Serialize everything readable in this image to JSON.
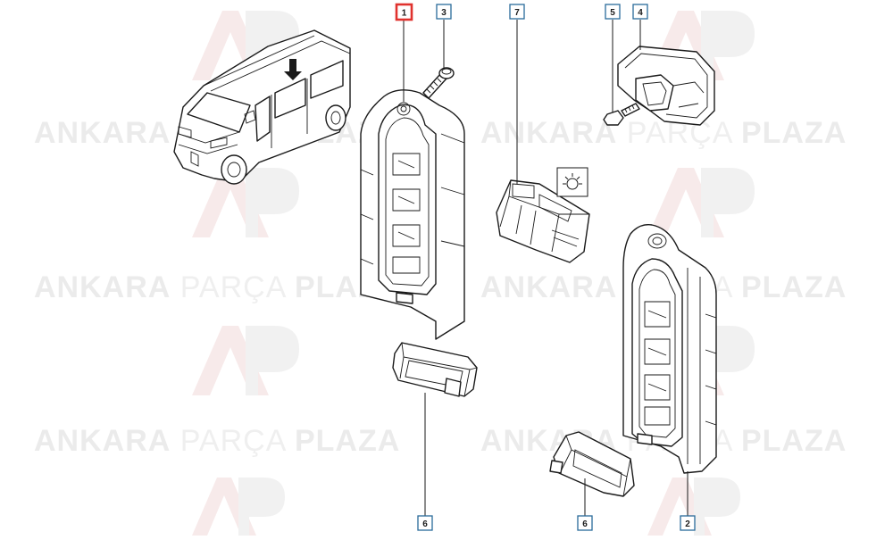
{
  "watermark": {
    "brand_bold_1": "ANKARA",
    "brand_light": "PARÇA",
    "brand_bold_2": "PLAZA",
    "logo_letters": "AP"
  },
  "callouts": [
    {
      "id": "c1",
      "label": "1",
      "highlight": true
    },
    {
      "id": "c3",
      "label": "3",
      "highlight": false
    },
    {
      "id": "c7",
      "label": "7",
      "highlight": false
    },
    {
      "id": "c5",
      "label": "5",
      "highlight": false
    },
    {
      "id": "c4",
      "label": "4",
      "highlight": false
    },
    {
      "id": "c6a",
      "label": "6",
      "highlight": false
    },
    {
      "id": "c6b",
      "label": "6",
      "highlight": false
    },
    {
      "id": "c2",
      "label": "2",
      "highlight": false
    }
  ],
  "colors": {
    "accent_red": "#e0322e",
    "callout_border": "#2a6b9a",
    "watermark_gray": "#ebebeb",
    "line": "#1a1a1a"
  }
}
